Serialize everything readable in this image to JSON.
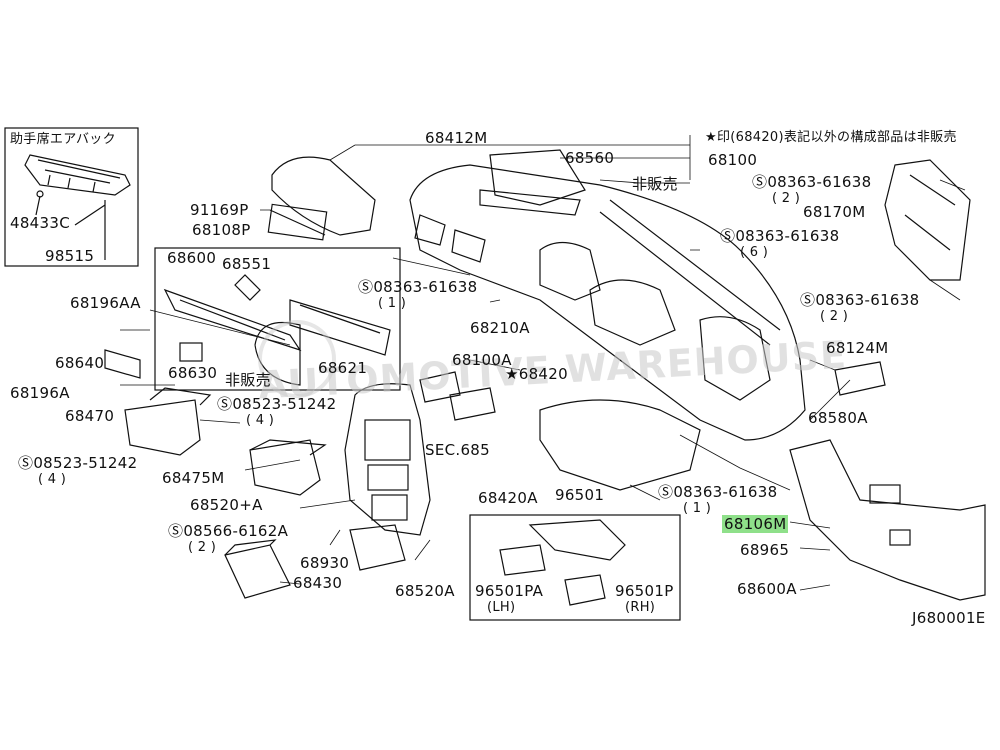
{
  "note_top": "★印(68420)表記以外の構成部品は非販売",
  "watermark_text": "AUTOMOTIVE WAREHOUSE",
  "figure_code": "J680001E",
  "inset": {
    "title": "助手席エアバック",
    "part_a": "48433C",
    "part_b": "98515"
  },
  "labels": {
    "p68412M": "68412M",
    "p68560": "68560",
    "p68100": "68100",
    "not_sold_top": "非販売",
    "p91169P": "91169P",
    "p68108P": "68108P",
    "p68600": "68600",
    "p68551": "68551",
    "p68630": "68630",
    "not_sold_box": "非販売",
    "p68621": "68621",
    "s08363_1": "08363-61638",
    "s08363_1_qty": "( 1 )",
    "s08363_6": "08363-61638",
    "s08363_6_qty": "( 6 )",
    "s08363_2a": "08363-61638",
    "s08363_2a_qty": "( 2 )",
    "p68170M": "68170M",
    "s08363_2b": "08363-61638",
    "s08363_2b_qty": "( 2 )",
    "p68124M": "68124M",
    "p68580A": "68580A",
    "p68196AA": "68196AA",
    "p68640": "68640",
    "p68196A": "68196A",
    "p68470": "68470",
    "s08523_a": "08523-51242",
    "s08523_a_qty": "( 4 )",
    "s08523_b": "08523-51242",
    "s08523_b_qty": "( 4 )",
    "p68475M": "68475M",
    "p68210A": "68210A",
    "p68100A": "68100A",
    "p68420": "★68420",
    "sec685": "SEC.685",
    "p68520A_plus": "68520+A",
    "p68420A": "68420A",
    "p96501": "96501",
    "s08363_1b": "08363-61638",
    "s08363_1b_qty": "( 1 )",
    "p68106M": "68106M",
    "p68965": "68965",
    "p68600A": "68600A",
    "s08566": "08566-6162A",
    "s08566_qty": "( 2 )",
    "p68930": "68930",
    "p68430": "68430",
    "p68520A": "68520A",
    "p96501PA": "96501PA",
    "lh": "(LH)",
    "p96501P": "96501P",
    "rh": "(RH)"
  }
}
